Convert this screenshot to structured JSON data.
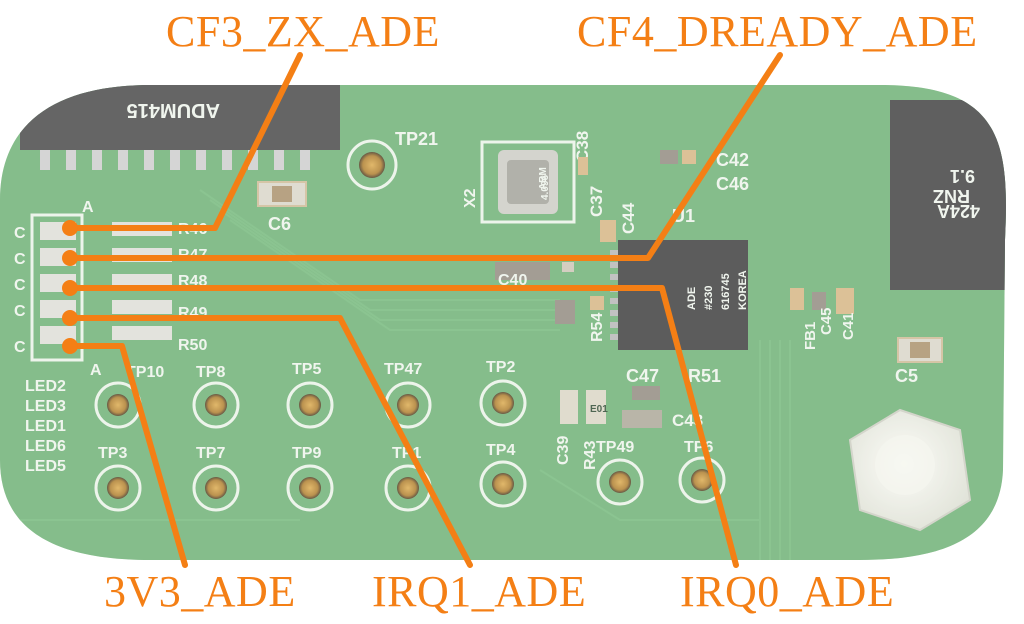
{
  "labels": {
    "cf3": "CF3_ZX_ADE",
    "cf4": "CF4_DREADY_ADE",
    "v33": "3V3_ADE",
    "irq1": "IRQ1_ADE",
    "irq0": "IRQ0_ADE"
  },
  "board": {
    "tp21": "TP21",
    "c6": "C6",
    "c38": "C38",
    "x2": "X2",
    "c37": "C37",
    "c42": "C42",
    "c46": "C46",
    "c44": "C44",
    "u1": "U1",
    "r46": "R46",
    "r47": "R47",
    "r48": "R48",
    "r49": "R49",
    "r50": "R50",
    "c40": "C40",
    "r54": "R54",
    "c47": "C47",
    "r51": "R51",
    "c43": "C43",
    "c45": "C45",
    "c41": "C41",
    "fb1": "FB1",
    "c5": "C5",
    "c39": "C39",
    "r43": "R43",
    "tp10": "TP10",
    "tp8": "TP8",
    "tp5": "TP5",
    "tp47": "TP47",
    "tp2": "TP2",
    "tp3": "TP3",
    "tp7": "TP7",
    "tp9": "TP9",
    "tp1": "TP1",
    "tp4": "TP4",
    "tp49": "TP49",
    "tp6": "TP6",
    "led2": "LED2",
    "led3": "LED3",
    "led1": "LED1",
    "led6": "LED6",
    "led5": "LED5",
    "a_top": "A",
    "a_bot": "A",
    "led_c": "C",
    "chip_top": "ADUM415",
    "chip_right_a": "424A",
    "chip_right_b": "RNZ",
    "chip_right_c": "9.1",
    "ic_text_1": "ADE",
    "ic_text_2": "#230",
    "ic_text_3": "616745",
    "ic_text_4": "KOREA",
    "xtal_a": "ABM",
    "xtal_b": "4.096",
    "e01": "E01"
  },
  "colors": {
    "accent": "#f47f15",
    "board": "#5fa968",
    "board_light": "#8fc794"
  }
}
